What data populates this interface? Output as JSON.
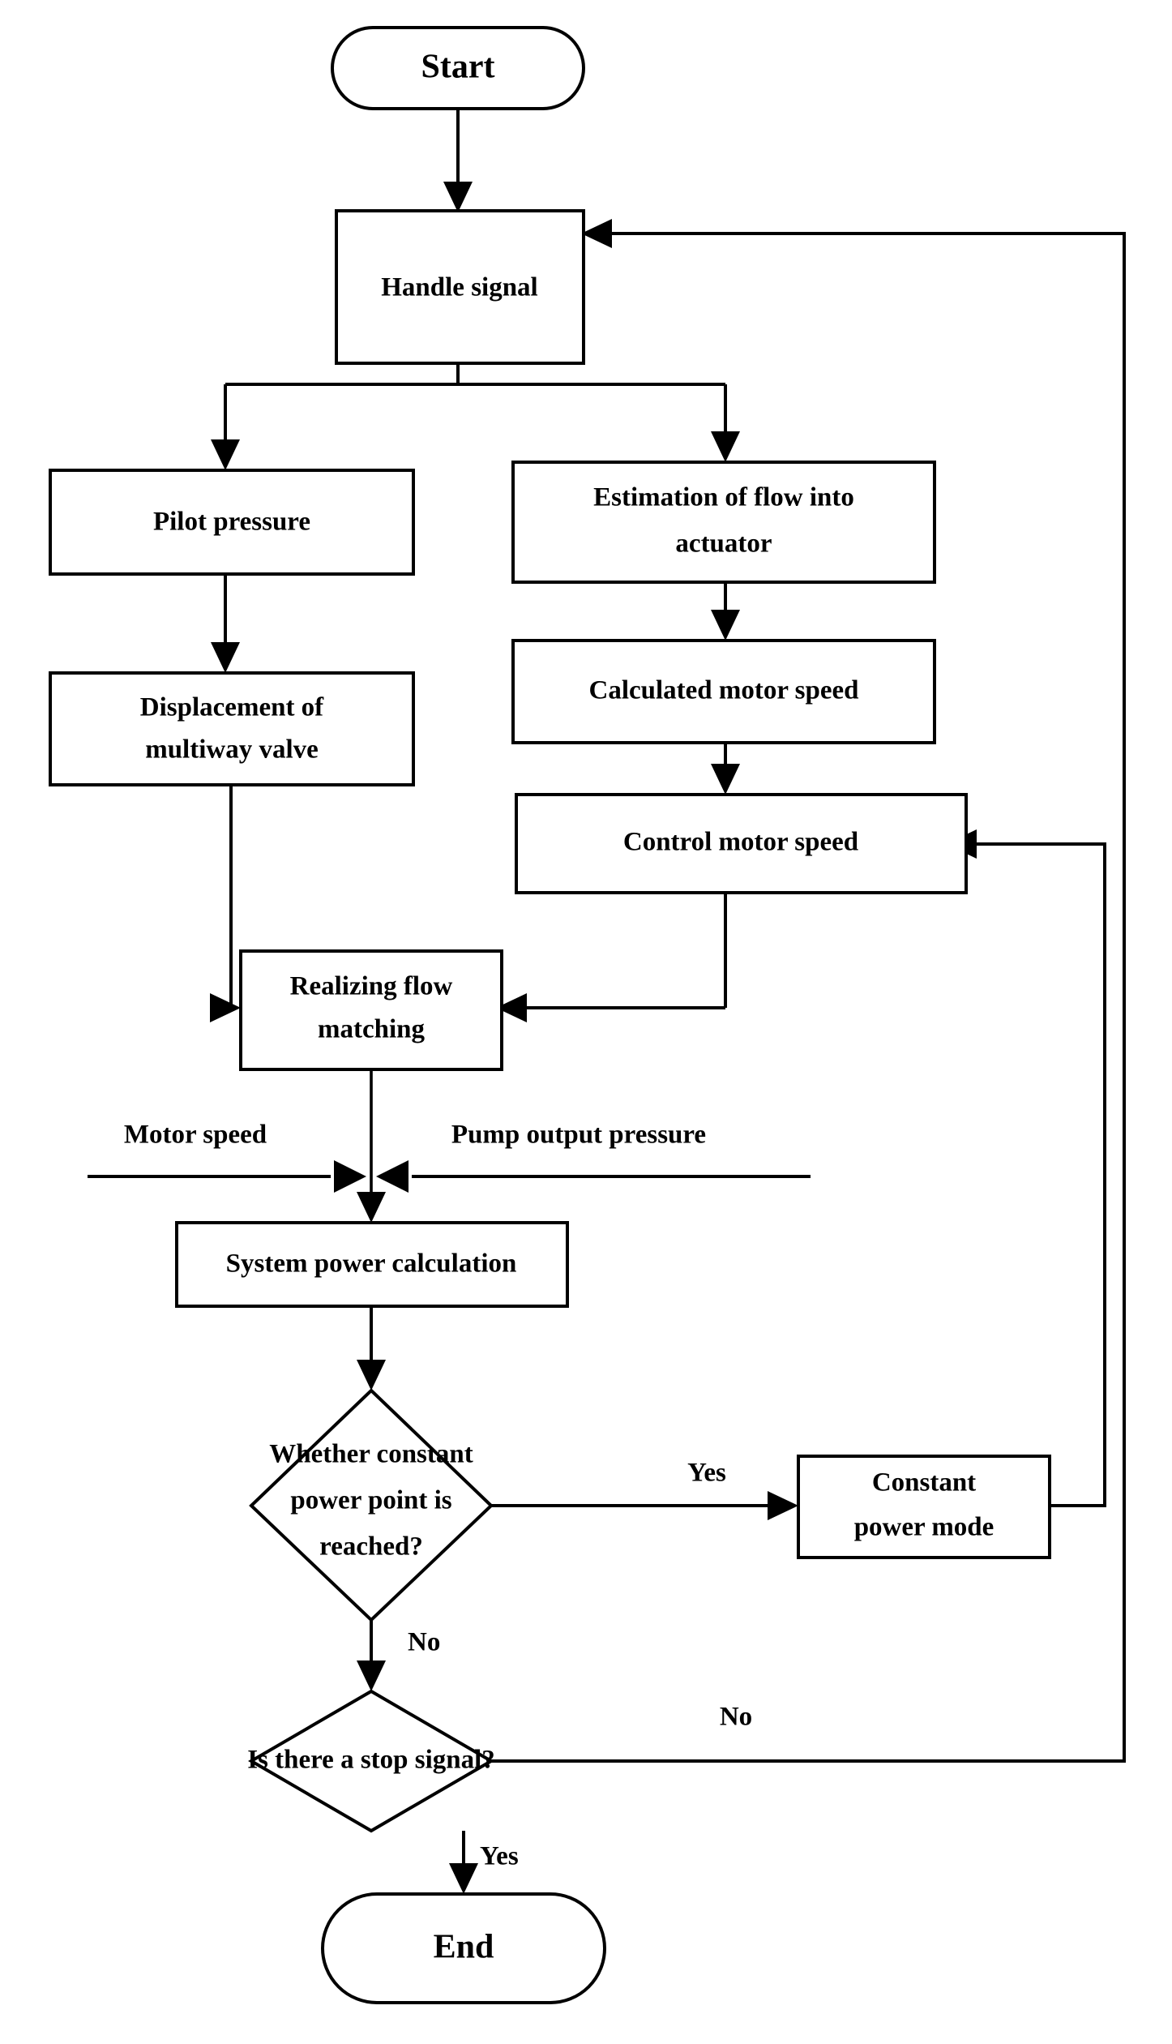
{
  "diagram": {
    "title": "Control strategy flowchart",
    "type": "flowchart",
    "background_color": "#ffffff",
    "line_color": "#000000",
    "text_color": "#000000"
  },
  "nodes": {
    "start": {
      "label": "Start",
      "shape": "terminal"
    },
    "handle_signal": {
      "label": "Handle signal",
      "shape": "process"
    },
    "pilot_pressure": {
      "label": "Pilot pressure",
      "shape": "process"
    },
    "displacement_1": {
      "label": "Displacement of",
      "shape": "process"
    },
    "displacement_2": {
      "label": "multiway valve",
      "shape": "process"
    },
    "estimation_1": {
      "label": "Estimation of flow into",
      "shape": "process"
    },
    "estimation_2": {
      "label": "actuator",
      "shape": "process"
    },
    "calculated_speed": {
      "label": "Calculated motor speed",
      "shape": "process"
    },
    "control_speed": {
      "label": "Control motor speed",
      "shape": "process"
    },
    "realizing_1": {
      "label": "Realizing flow",
      "shape": "process"
    },
    "realizing_2": {
      "label": "matching",
      "shape": "process"
    },
    "system_power": {
      "label": "System power calculation",
      "shape": "process"
    },
    "decision1_l1": {
      "label": "Whether constant",
      "shape": "decision"
    },
    "decision1_l2": {
      "label": "power point is",
      "shape": "decision"
    },
    "decision1_l3": {
      "label": "reached?",
      "shape": "decision"
    },
    "constant_mode_1": {
      "label": "Constant",
      "shape": "process"
    },
    "constant_mode_2": {
      "label": "power mode",
      "shape": "process"
    },
    "decision2": {
      "label": "Is there a stop signal?",
      "shape": "decision"
    },
    "end": {
      "label": "End",
      "shape": "terminal"
    }
  },
  "sensor_inputs": {
    "left_label": "Motor speed",
    "right_label": "Pump output pressure"
  },
  "edge_labels": {
    "constant_yes": "Yes",
    "constant_no": "No",
    "stop_no": "No",
    "stop_yes": "Yes"
  }
}
